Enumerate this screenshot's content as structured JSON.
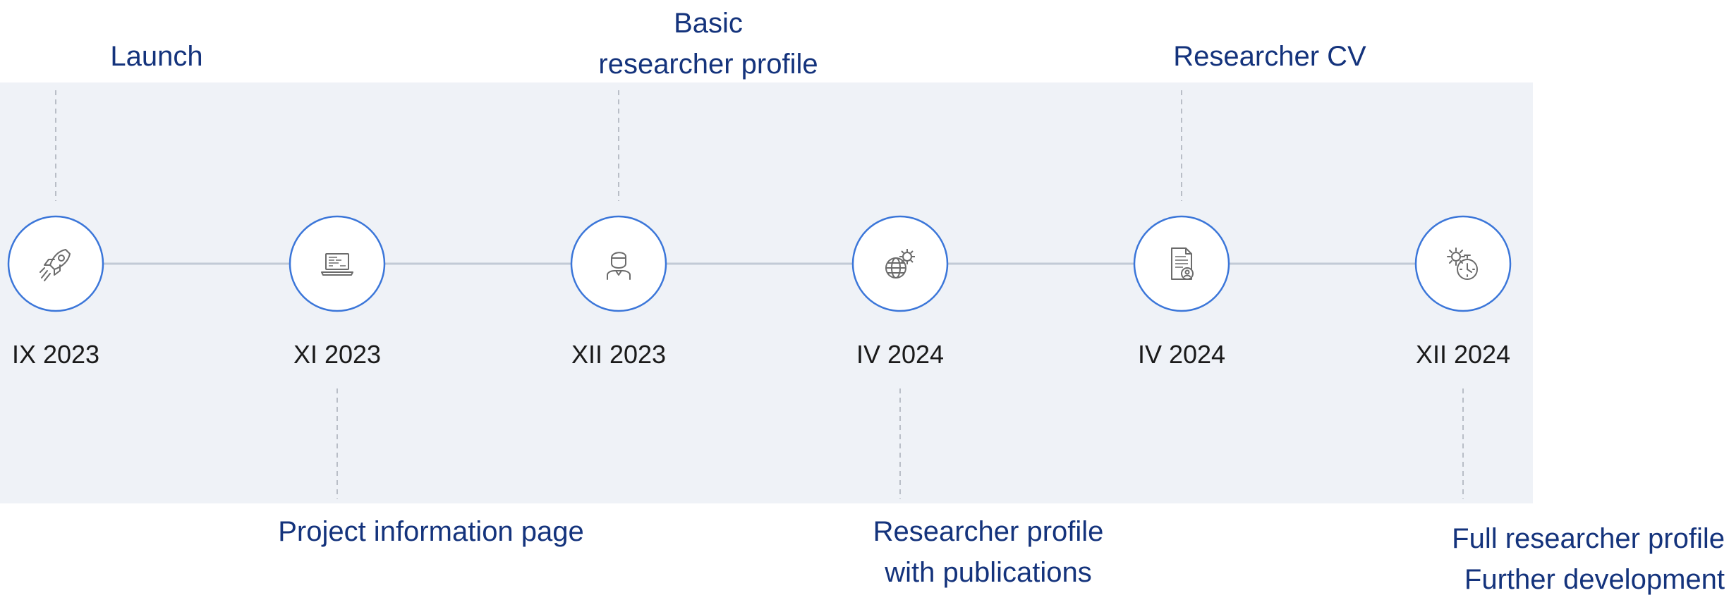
{
  "milestones": [
    {
      "date": "IX 2023",
      "title_lines": [
        "Launch"
      ],
      "icon": "rocket-icon"
    },
    {
      "date": "XI 2023",
      "title_lines": [
        "Project information page"
      ],
      "icon": "laptop-icon"
    },
    {
      "date": "XII 2023",
      "title_lines": [
        "Basic",
        "researcher profile"
      ],
      "icon": "person-icon"
    },
    {
      "date": "IV 2024",
      "title_lines": [
        "Researcher profile",
        "with publications"
      ],
      "icon": "globe-gear-icon"
    },
    {
      "date": "IV 2024",
      "title_lines": [
        "Researcher CV"
      ],
      "icon": "document-person-icon"
    },
    {
      "date": "XII 2024",
      "title_lines": [
        "Full researcher profile",
        "Further development"
      ],
      "icon": "gears-stopwatch-icon"
    }
  ],
  "colors": {
    "band": "#eff2f7",
    "circle_stroke": "#3b76d9",
    "connector": "#c2cad6",
    "dashed": "#b9bec7",
    "title_text": "#14337c",
    "date_text": "#1a1a1a",
    "icon": "#6b6b6b"
  }
}
